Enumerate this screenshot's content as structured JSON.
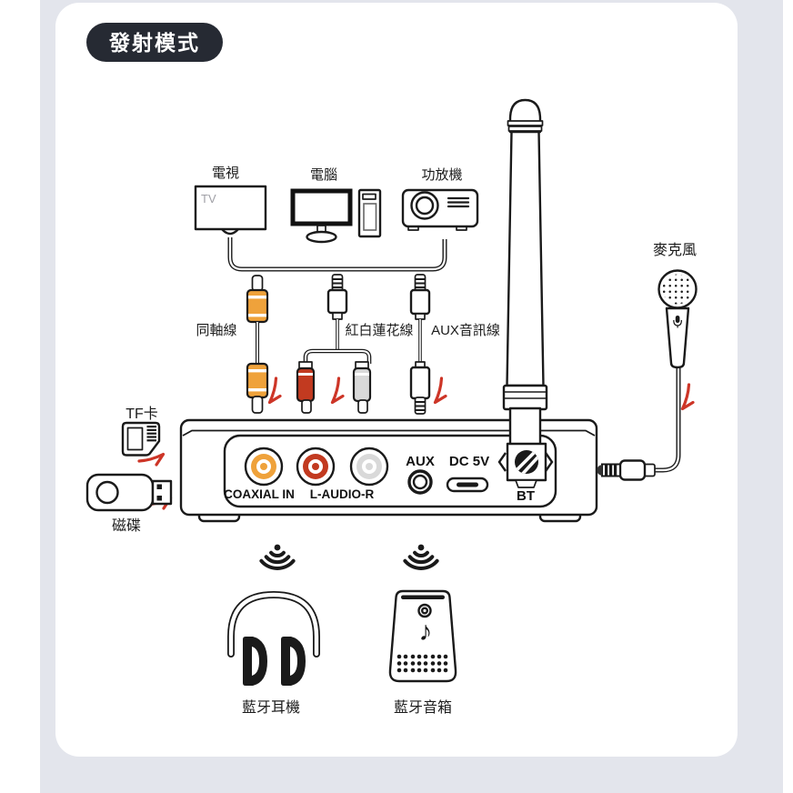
{
  "badge": {
    "label": "發射模式"
  },
  "sources": {
    "tv": {
      "label": "電視",
      "screen_text": "TV"
    },
    "computer": {
      "label": "電腦"
    },
    "amplifier": {
      "label": "功放機"
    }
  },
  "cables": {
    "coaxial": {
      "label": "同軸線"
    },
    "rca": {
      "label": "紅白蓮花線"
    },
    "aux": {
      "label": "AUX音訊線"
    }
  },
  "microphone": {
    "label": "麥克風"
  },
  "storage": {
    "tf_card": {
      "label": "TF卡"
    },
    "usb_disk": {
      "label": "磁碟"
    }
  },
  "device": {
    "ports": {
      "coaxial": "COAXIAL IN",
      "rca": "L-AUDIO-R",
      "aux": "AUX",
      "power": "DC 5V",
      "bt": "BT"
    }
  },
  "receivers": {
    "headphones": {
      "label": "藍牙耳機"
    },
    "speaker": {
      "label": "藍牙音箱",
      "note_icon": "♪"
    }
  },
  "colors": {
    "badge_bg": "#262a33",
    "page_panel": "#e3e5ec",
    "card": "#ffffff",
    "line": "#1a1a1a",
    "rca_orange": "#efa23b",
    "rca_red": "#c23a20",
    "rca_white": "#d9d9d9",
    "arrow_red": "#cd3527",
    "tv_screen_text": "#a0a0a6"
  }
}
